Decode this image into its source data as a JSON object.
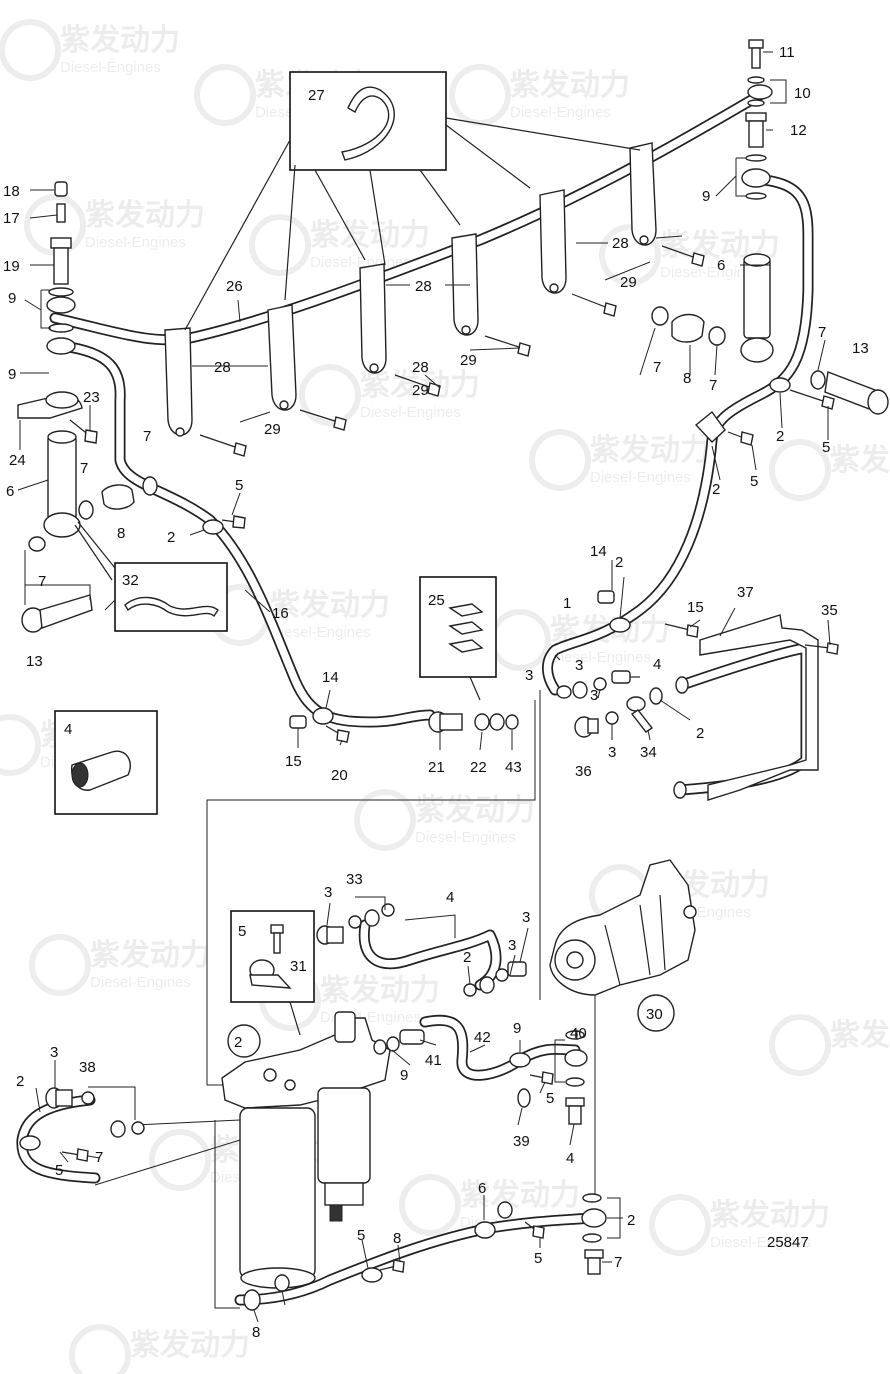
{
  "diagram": {
    "drawing_number": "25847",
    "watermark_brand": "紫发动力",
    "watermark_sub": "Diesel-Engines",
    "callouts": [
      {
        "id": "c11",
        "text": "11"
      },
      {
        "id": "c10",
        "text": "10"
      },
      {
        "id": "c12",
        "text": "12"
      },
      {
        "id": "c9a",
        "text": "9"
      },
      {
        "id": "c6a",
        "text": "6"
      },
      {
        "id": "c28a",
        "text": "28"
      },
      {
        "id": "c29a",
        "text": "29"
      },
      {
        "id": "c28b",
        "text": "28"
      },
      {
        "id": "c29b",
        "text": "29"
      },
      {
        "id": "c26",
        "text": "26"
      },
      {
        "id": "c28c",
        "text": "28"
      },
      {
        "id": "c29c",
        "text": "29"
      },
      {
        "id": "c28d",
        "text": "28"
      },
      {
        "id": "c29d",
        "text": "29"
      },
      {
        "id": "c27",
        "text": "27"
      },
      {
        "id": "c18",
        "text": "18"
      },
      {
        "id": "c17",
        "text": "17"
      },
      {
        "id": "c19",
        "text": "19"
      },
      {
        "id": "c9b",
        "text": "9"
      },
      {
        "id": "c9c",
        "text": "9"
      },
      {
        "id": "c23",
        "text": "23"
      },
      {
        "id": "c24",
        "text": "24"
      },
      {
        "id": "c6b",
        "text": "6"
      },
      {
        "id": "c7a",
        "text": "7"
      },
      {
        "id": "c7b",
        "text": "7"
      },
      {
        "id": "c8a",
        "text": "8"
      },
      {
        "id": "c5a",
        "text": "5"
      },
      {
        "id": "c2a",
        "text": "2"
      },
      {
        "id": "c7c",
        "text": "7"
      },
      {
        "id": "c32",
        "text": "32"
      },
      {
        "id": "c13a",
        "text": "13"
      },
      {
        "id": "c16",
        "text": "16"
      },
      {
        "id": "c7d",
        "text": "7"
      },
      {
        "id": "c8b",
        "text": "8"
      },
      {
        "id": "c7e",
        "text": "7"
      },
      {
        "id": "c7f",
        "text": "7"
      },
      {
        "id": "c13b",
        "text": "13"
      },
      {
        "id": "c2b",
        "text": "2"
      },
      {
        "id": "c5b",
        "text": "5"
      },
      {
        "id": "c2c",
        "text": "2"
      },
      {
        "id": "c5c",
        "text": "5"
      },
      {
        "id": "c25",
        "text": "25"
      },
      {
        "id": "c14a",
        "text": "14"
      },
      {
        "id": "c2d",
        "text": "2"
      },
      {
        "id": "c1",
        "text": "1"
      },
      {
        "id": "c15a",
        "text": "15"
      },
      {
        "id": "c37",
        "text": "37"
      },
      {
        "id": "c35",
        "text": "35"
      },
      {
        "id": "c3a",
        "text": "3"
      },
      {
        "id": "c3b",
        "text": "3"
      },
      {
        "id": "c4a",
        "text": "4"
      },
      {
        "id": "c3c",
        "text": "3"
      },
      {
        "id": "c36",
        "text": "36"
      },
      {
        "id": "c3d",
        "text": "3"
      },
      {
        "id": "c34",
        "text": "34"
      },
      {
        "id": "c2e",
        "text": "2"
      },
      {
        "id": "c14b",
        "text": "14"
      },
      {
        "id": "c15b",
        "text": "15"
      },
      {
        "id": "c20",
        "text": "20"
      },
      {
        "id": "c21",
        "text": "21"
      },
      {
        "id": "c22",
        "text": "22"
      },
      {
        "id": "c43",
        "text": "43"
      },
      {
        "id": "c4b",
        "text": "4"
      },
      {
        "id": "c3e",
        "text": "3"
      },
      {
        "id": "c33",
        "text": "33"
      },
      {
        "id": "c4c",
        "text": "4"
      },
      {
        "id": "c3f",
        "text": "3"
      },
      {
        "id": "c3g",
        "text": "3"
      },
      {
        "id": "c2f",
        "text": "2"
      },
      {
        "id": "c5d",
        "text": "5"
      },
      {
        "id": "c31",
        "text": "31"
      },
      {
        "id": "c30",
        "text": "30"
      },
      {
        "id": "c2g",
        "text": "2"
      },
      {
        "id": "c9d",
        "text": "9"
      },
      {
        "id": "c40",
        "text": "40"
      },
      {
        "id": "c42",
        "text": "42"
      },
      {
        "id": "c41",
        "text": "41"
      },
      {
        "id": "c9e",
        "text": "9"
      },
      {
        "id": "c5e",
        "text": "5"
      },
      {
        "id": "c39",
        "text": "39"
      },
      {
        "id": "c4d",
        "text": "4"
      },
      {
        "id": "c3h",
        "text": "3"
      },
      {
        "id": "c38",
        "text": "38"
      },
      {
        "id": "c2h",
        "text": "2"
      },
      {
        "id": "c5f",
        "text": "5"
      },
      {
        "id": "c7g",
        "text": "7"
      },
      {
        "id": "c6c",
        "text": "6"
      },
      {
        "id": "c2i",
        "text": "2"
      },
      {
        "id": "c5g",
        "text": "5"
      },
      {
        "id": "c8c",
        "text": "8"
      },
      {
        "id": "c5h",
        "text": "5"
      },
      {
        "id": "c7h",
        "text": "7"
      },
      {
        "id": "c8d",
        "text": "8"
      }
    ]
  }
}
